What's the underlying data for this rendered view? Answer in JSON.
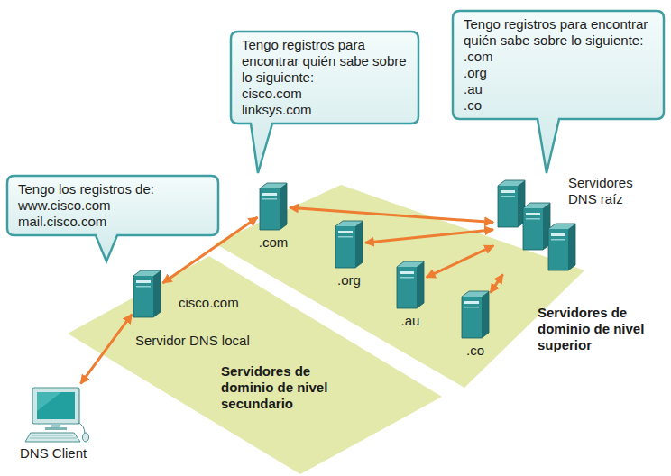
{
  "diagram": {
    "nodes": [
      {
        "text": [
          "Tengo registros para encontrar quién sabe sobre lo siguiente:",
          "cisco.com",
          "linksys.com"
        ]
      },
      {
        "text": [
          "Tengo registros para encontrar quién sabe sobre lo siguiente:",
          ".com",
          ".org",
          ".au",
          ".co"
        ]
      },
      {
        "text": [
          "Tengo los registros de:",
          "www.cisco.com",
          "mail.cisco.com"
        ]
      },
      {
        "text": [
          "Servidores de dominio de nivel superior"
        ]
      },
      {
        "text": [
          ".com"
        ],
        "in": 3
      },
      {
        "text": [
          "Servidores DNS raíz"
        ],
        "in": 3
      },
      {
        "text": [
          ".org"
        ],
        "in": 3
      },
      {
        "text": [
          ".au"
        ],
        "in": 3
      },
      {
        "text": [
          ".co"
        ],
        "in": 3
      },
      {
        "text": [
          "Servidores de dominio de nivel secundario"
        ]
      },
      {
        "text": [
          "cisco.com",
          "Servidor DNS local"
        ],
        "in": 9
      },
      {
        "text": [
          "DNS Client"
        ]
      }
    ],
    "edges": [
      {
        "from": 11,
        "to": 10,
        "arrow": "both"
      },
      {
        "from": 10,
        "to": 4,
        "arrow": "both"
      },
      {
        "from": 4,
        "to": 5,
        "arrow": "both"
      },
      {
        "from": 6,
        "to": 5,
        "arrow": "both"
      },
      {
        "from": 7,
        "to": 5,
        "arrow": "both"
      },
      {
        "from": 8,
        "to": 5,
        "arrow": "both"
      }
    ]
  }
}
